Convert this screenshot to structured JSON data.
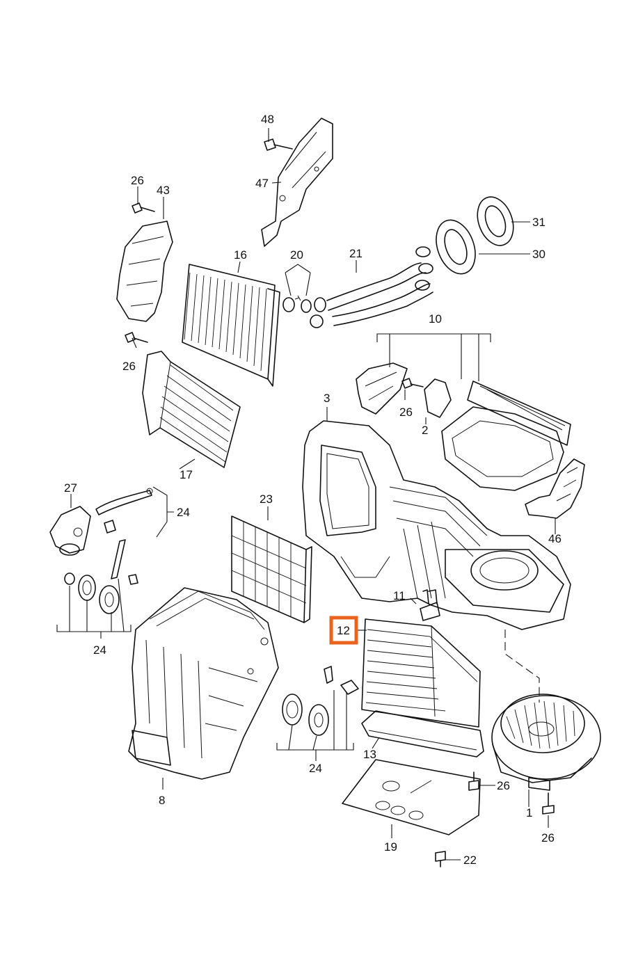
{
  "labels": {
    "p1": "1",
    "p2": "2",
    "p3": "3",
    "p8": "8",
    "p10": "10",
    "p11": "11",
    "p12": "12",
    "p13": "13",
    "p16": "16",
    "p17": "17",
    "p19": "19",
    "p20": "20",
    "p21": "21",
    "p22": "22",
    "p23": "23",
    "p24a": "24",
    "p24b": "24",
    "p24c": "24",
    "p26a": "26",
    "p26b": "26",
    "p26c": "26",
    "p26d": "26",
    "p26e": "26",
    "p27": "27",
    "p30": "30",
    "p31": "31",
    "p43": "43",
    "p46": "46",
    "p47": "47",
    "p48": "48"
  },
  "highlight": {
    "label": "12",
    "color": "#e8641e"
  }
}
